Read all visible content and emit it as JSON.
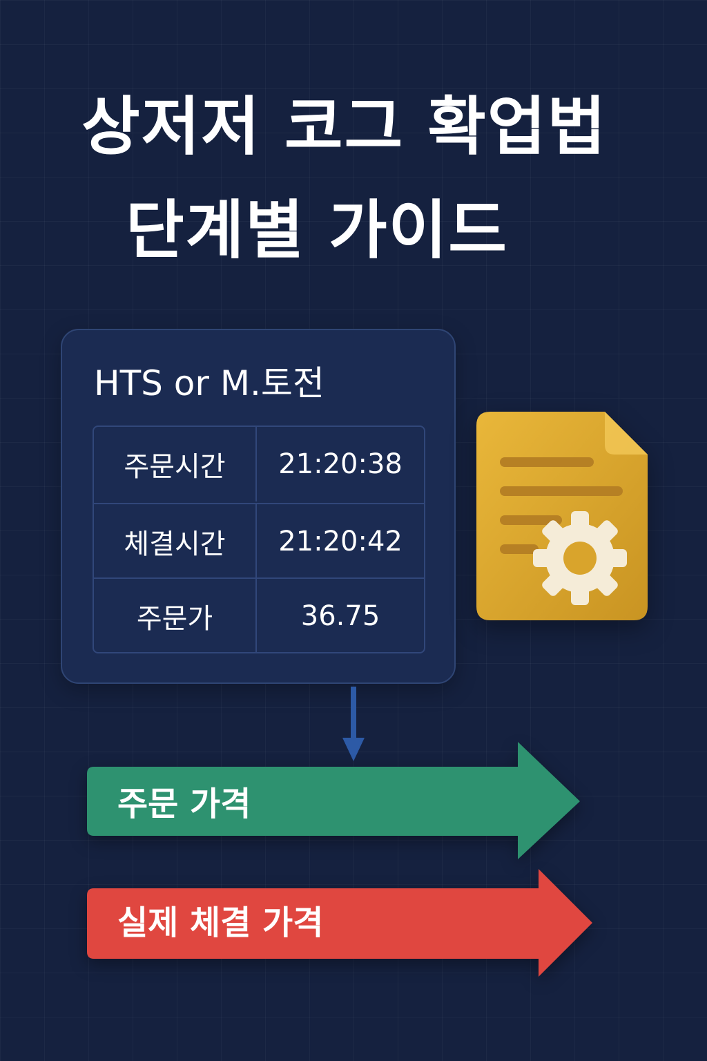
{
  "title": {
    "line1": "상저저 코그 확업법",
    "line2": "단계별 가이드"
  },
  "panel": {
    "title": "HTS or M.토전",
    "rows": [
      {
        "label": "주문시간",
        "value": "21:20:38"
      },
      {
        "label": "체결시간",
        "value": "21:20:42"
      },
      {
        "label": "주문가",
        "value": "36.75"
      }
    ]
  },
  "arrows": {
    "order_label": "주문 가격",
    "actual_label": "실제 체결 가격"
  },
  "icons": {
    "document": "document-gear-icon",
    "connector": "arrow-down-icon"
  },
  "colors": {
    "background": "#15213f",
    "panel": "#1b2b52",
    "doc_icon": "#e0a82e",
    "order_arrow": "#2e9270",
    "actual_arrow": "#e04740",
    "connector": "#2d5aa6"
  }
}
